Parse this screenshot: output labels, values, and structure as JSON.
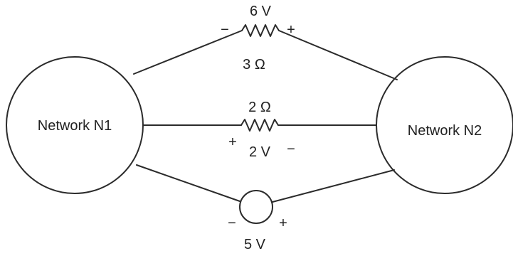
{
  "networks": {
    "left": "Network N1",
    "right": "Network N2"
  },
  "top_branch": {
    "voltage_label": "6 V",
    "resistance_label": "3 Ω",
    "left_polarity": "−",
    "right_polarity": "+"
  },
  "middle_branch": {
    "resistance_label": "2 Ω",
    "voltage_label": "2 V",
    "left_polarity": "+",
    "right_polarity": "−"
  },
  "bottom_branch": {
    "voltage_label": "5 V",
    "left_polarity": "−",
    "right_polarity": "+"
  }
}
